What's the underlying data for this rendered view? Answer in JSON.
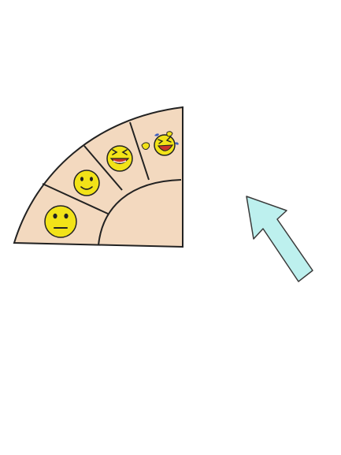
{
  "scale": {
    "levels": [
      {
        "name": "neutral-face"
      },
      {
        "name": "slightly-smiling-face"
      },
      {
        "name": "grinning-squinting-face"
      },
      {
        "name": "rolling-on-the-floor-laughing-face"
      }
    ]
  },
  "colors": {
    "sector_fill": "#f3d9bf",
    "outline": "#222222",
    "face_yellow": "#f2e318",
    "face_yellow_dark": "#e8c21a",
    "mouth_red": "#c8342a",
    "tear_blue": "#3d5fbf",
    "arrow_fill": "#bdf0ee",
    "arrow_outline": "#3a3a3a"
  }
}
